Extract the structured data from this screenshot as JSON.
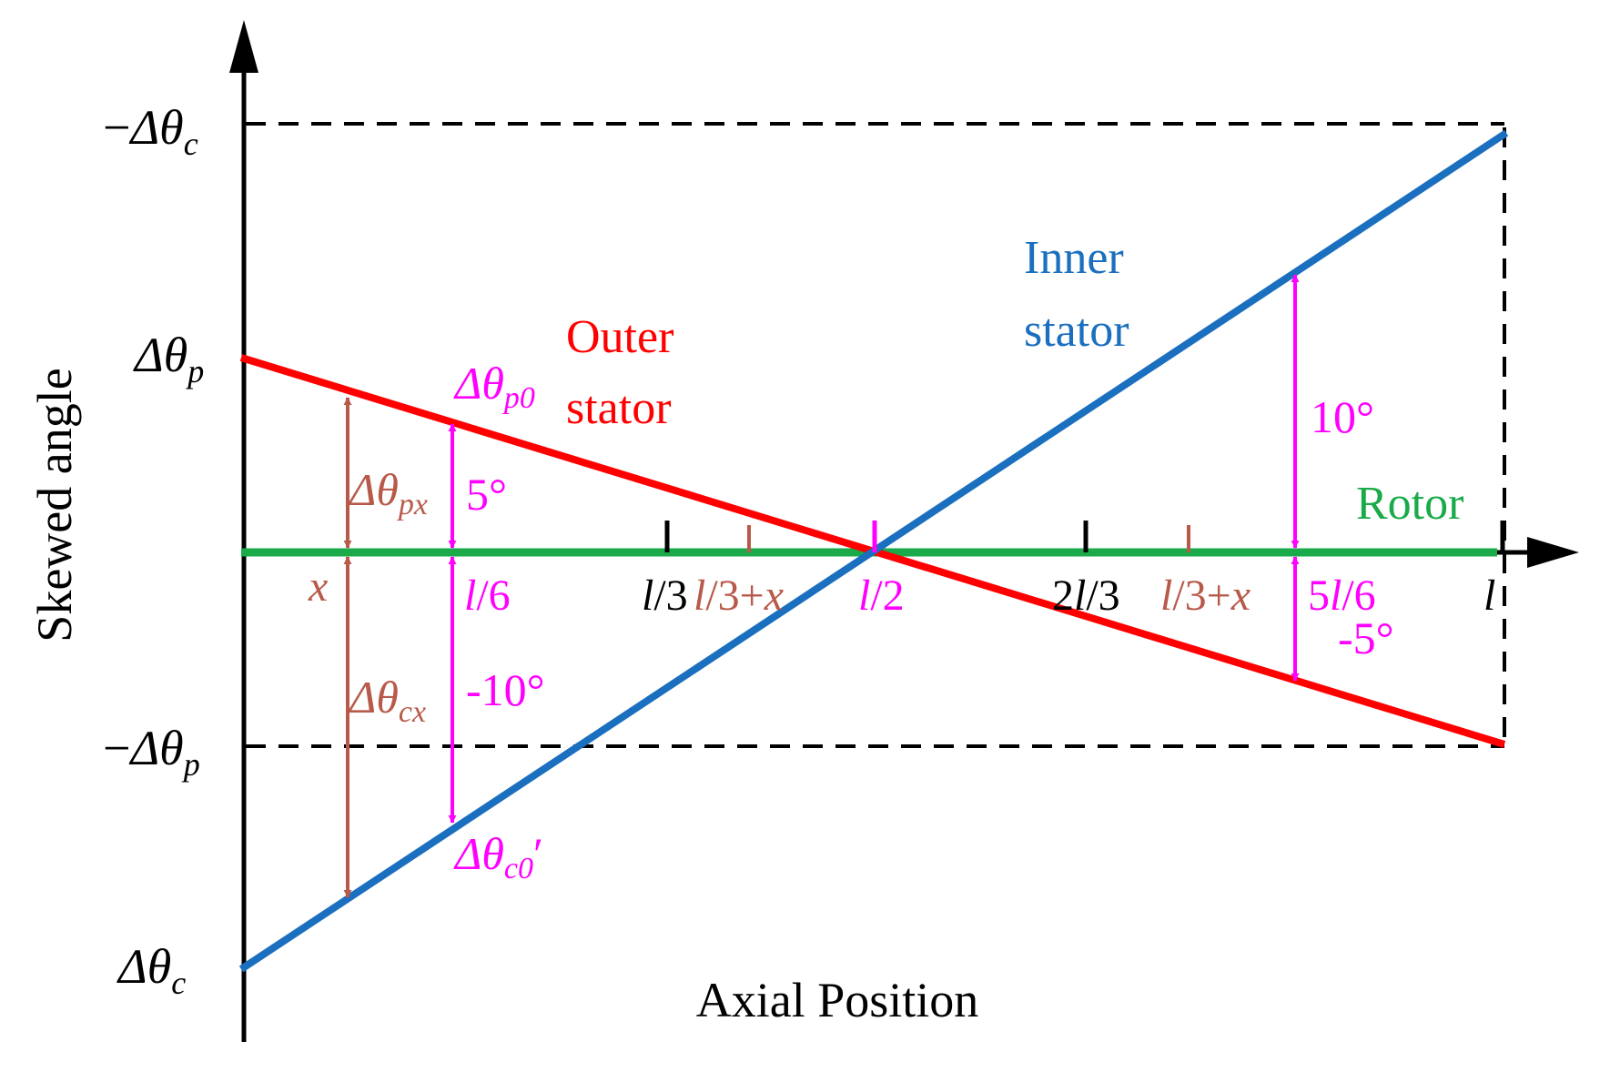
{
  "colors": {
    "axis": "#000000",
    "outer": "#ff0000",
    "inner": "#1a6fbf",
    "rotor": "#1aaa4a",
    "magenta": "#ff00ff",
    "brown": "#b85a4a"
  },
  "axes": {
    "x_title": "Axial Position",
    "y_title": "Skewed angle",
    "y_ticks": {
      "neg_dc": {
        "sign": "−",
        "sym": "Δθ",
        "sub": "c"
      },
      "dp": {
        "sign": "",
        "sym": "Δθ",
        "sub": "p"
      },
      "neg_dp": {
        "sign": "−",
        "sym": "Δθ",
        "sub": "p"
      },
      "dc": {
        "sign": "",
        "sym": "Δθ",
        "sub": "c"
      }
    }
  },
  "series": {
    "outer": {
      "line1": "Outer",
      "line2": "stator"
    },
    "inner": {
      "line1": "Inner",
      "line2": "stator"
    },
    "rotor": {
      "label": "Rotor"
    }
  },
  "x_ticks": {
    "x": "x",
    "l6_a": "l",
    "l6_b": "/6",
    "l3_a": "l",
    "l3_b": "/3",
    "l3x1_a": "l",
    "l3x1_b": "/3+",
    "l3x1_c": "x",
    "l2_a": "l",
    "l2_b": "/2",
    "l23_a": "2",
    "l23_b": "l",
    "l23_c": "/3",
    "l3x2_a": "l",
    "l3x2_b": "/3+",
    "l3x2_c": "x",
    "l56_a": "5",
    "l56_b": "l",
    "l56_c": "/6",
    "l_end": "l"
  },
  "annotations": {
    "dpx": {
      "sym": "Δθ",
      "sub": "px"
    },
    "dcx": {
      "sym": "Δθ",
      "sub": "cx"
    },
    "dp0": {
      "sym": "Δθ",
      "sub": "p0"
    },
    "dc0": {
      "sym": "Δθ",
      "sub": "c0",
      "prime": "′"
    },
    "deg5": "5°",
    "deg_m10": "-10°",
    "deg10": "10°",
    "deg_m5": "-5°"
  }
}
